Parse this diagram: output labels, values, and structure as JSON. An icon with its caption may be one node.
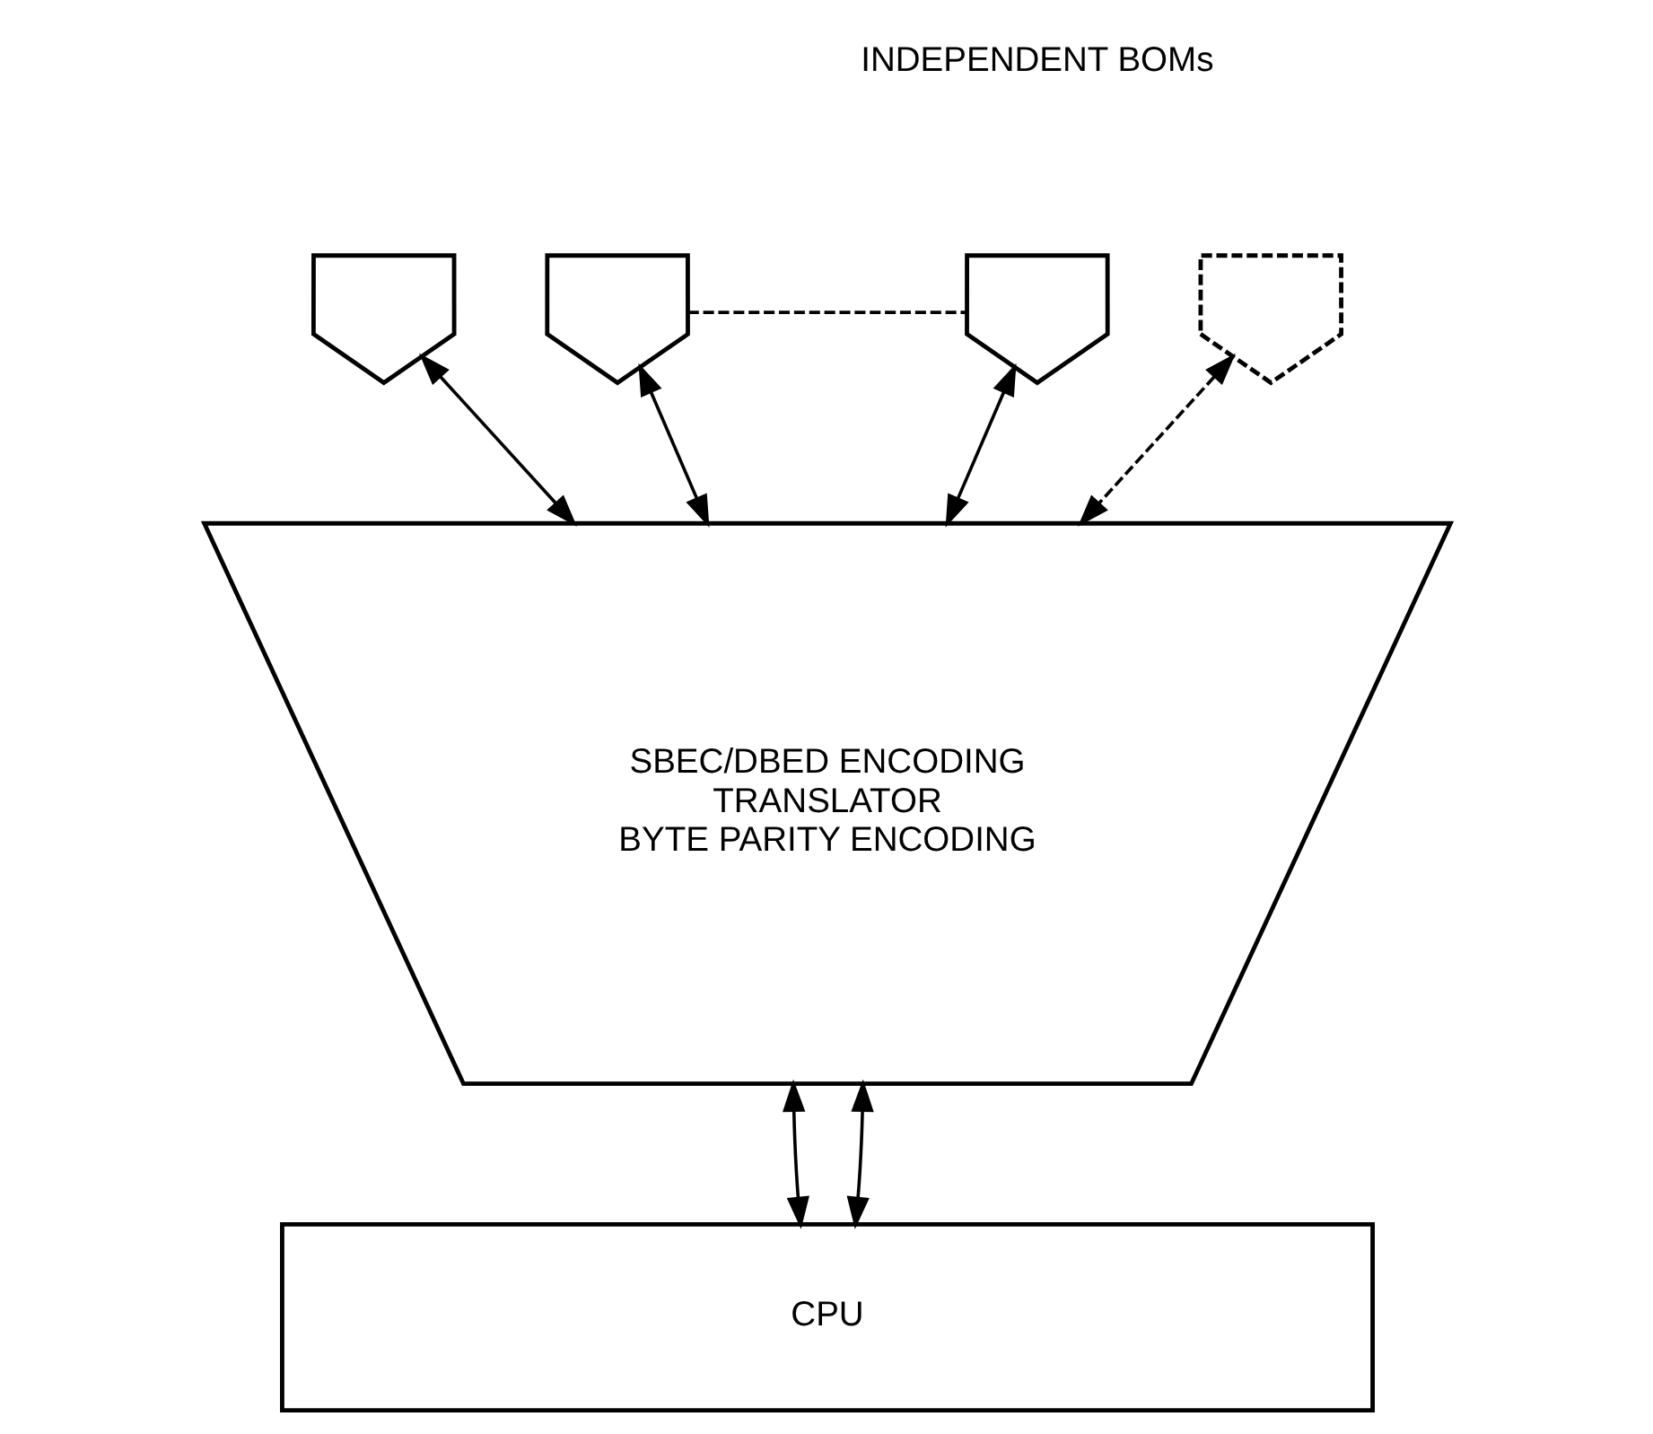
{
  "diagram": {
    "nodes": [
      {
        "text": [],
        "shape": "pentagon"
      },
      {
        "text": [],
        "shape": "pentagon"
      },
      {
        "text": [],
        "shape": "pentagon"
      },
      {
        "text": [],
        "shape": "pentagon"
      },
      {
        "text": [
          "SBEC/DBED ENCODING",
          "TRANSLATOR",
          "BYTE PARITY ENCODING"
        ]
      },
      {
        "text": [
          "CPU"
        ]
      }
    ],
    "edges": [
      {
        "from": 1,
        "to": 2,
        "arrow": "none",
        "style": "dashed"
      },
      {
        "from": 0,
        "to": 4,
        "arrow": "both"
      },
      {
        "from": 1,
        "to": 4,
        "arrow": "both"
      },
      {
        "from": 2,
        "to": 4,
        "arrow": "both"
      },
      {
        "from": 3,
        "to": 4,
        "arrow": "both",
        "style": "dashed"
      },
      {
        "from": 4,
        "to": 5,
        "arrow": "both"
      },
      {
        "from": 4,
        "to": 5,
        "arrow": "both"
      }
    ],
    "labels": [
      "INDEPENDENT BOMs"
    ]
  }
}
